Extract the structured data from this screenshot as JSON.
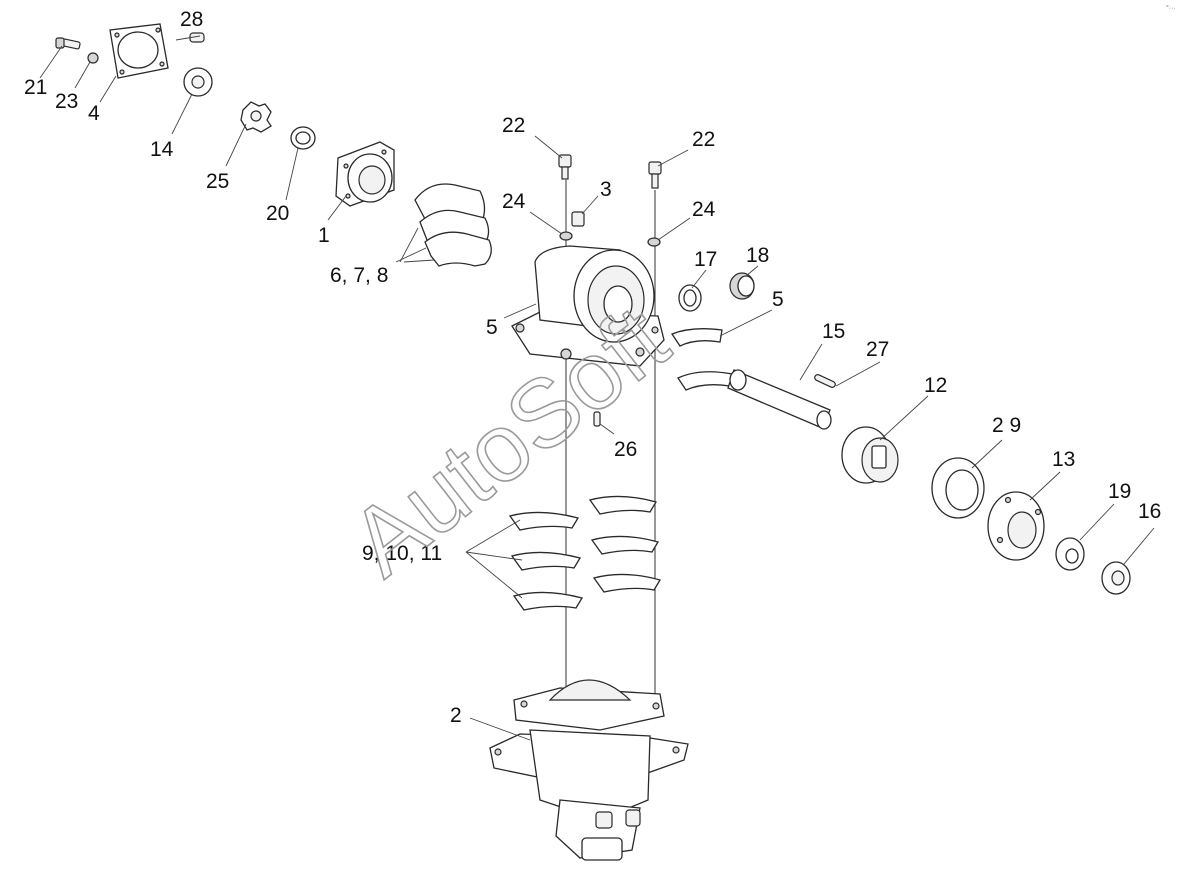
{
  "watermark": "AutoSoft",
  "corner_mark": "°···",
  "callouts": {
    "c21": "21",
    "c23": "23",
    "c4": "4",
    "c28": "28",
    "c14": "14",
    "c25": "25",
    "c20": "20",
    "c1": "1",
    "c678": "6, 7, 8",
    "c22a": "22",
    "c22b": "22",
    "c24a": "24",
    "c24b": "24",
    "c3": "3",
    "c5a": "5",
    "c5b": "5",
    "c17": "17",
    "c18": "18",
    "c15": "15",
    "c27": "27",
    "c26": "26",
    "c12": "12",
    "c29": "2 9",
    "c13": "13",
    "c19": "19",
    "c16": "16",
    "c91011": "9, 10, 11",
    "c2": "2"
  }
}
